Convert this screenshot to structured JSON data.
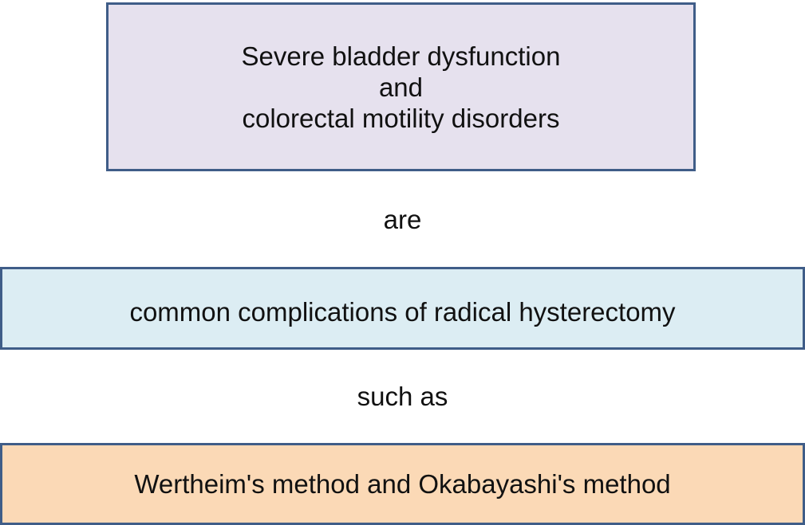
{
  "diagram": {
    "top_box": {
      "lines": [
        "Severe bladder dysfunction",
        "and",
        "colorectal motility disorders"
      ]
    },
    "connectors": [
      "are",
      "such as"
    ],
    "middle_box": {
      "text": "common complications of radical hysterectomy"
    },
    "bottom_box": {
      "text": "Wertheim's method and Okabayashi's method"
    },
    "colors": {
      "border": "#3f5d88",
      "top_box_bg": "#e6e1ee",
      "middle_box_bg": "#dcedf3",
      "bottom_box_bg": "#fbd9b6",
      "text": "#111111",
      "page_bg": "#ffffff"
    }
  }
}
